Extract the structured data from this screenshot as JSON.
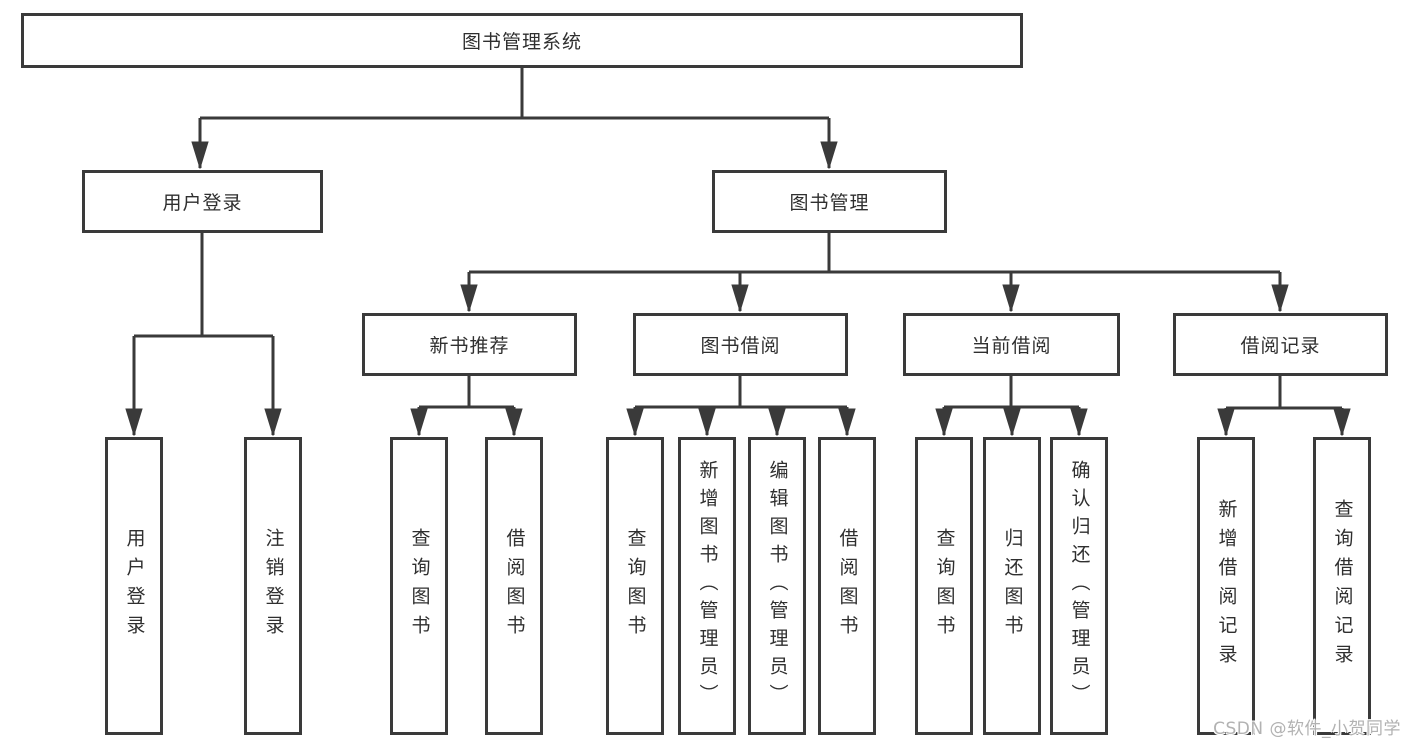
{
  "colors": {
    "page_background": "#ffffff",
    "box_border": "#3a3a3a",
    "box_background": "#ffffff",
    "connector_line": "#3a3a3a",
    "text": "#2f2f2f",
    "watermark_text": "#b2b2b2"
  },
  "tree": {
    "label": "图书管理系统",
    "children": [
      {
        "label": "用户登录",
        "children": [
          {
            "label": "用户登录"
          },
          {
            "label": "注销登录"
          }
        ]
      },
      {
        "label": "图书管理",
        "children": [
          {
            "label": "新书推荐",
            "children": [
              {
                "label": "查询图书"
              },
              {
                "label": "借阅图书"
              }
            ]
          },
          {
            "label": "图书借阅",
            "children": [
              {
                "label": "查询图书"
              },
              {
                "label": "新增图书（管理员）"
              },
              {
                "label": "编辑图书（管理员）"
              },
              {
                "label": "借阅图书"
              }
            ]
          },
          {
            "label": "当前借阅",
            "children": [
              {
                "label": "查询图书"
              },
              {
                "label": "归还图书"
              },
              {
                "label": "确认归还（管理员）"
              }
            ]
          },
          {
            "label": "借阅记录",
            "children": [
              {
                "label": "新增借阅记录"
              },
              {
                "label": "查询借阅记录"
              }
            ]
          }
        ]
      }
    ]
  },
  "watermark": {
    "text": "CSDN @软件_小贺同学"
  }
}
